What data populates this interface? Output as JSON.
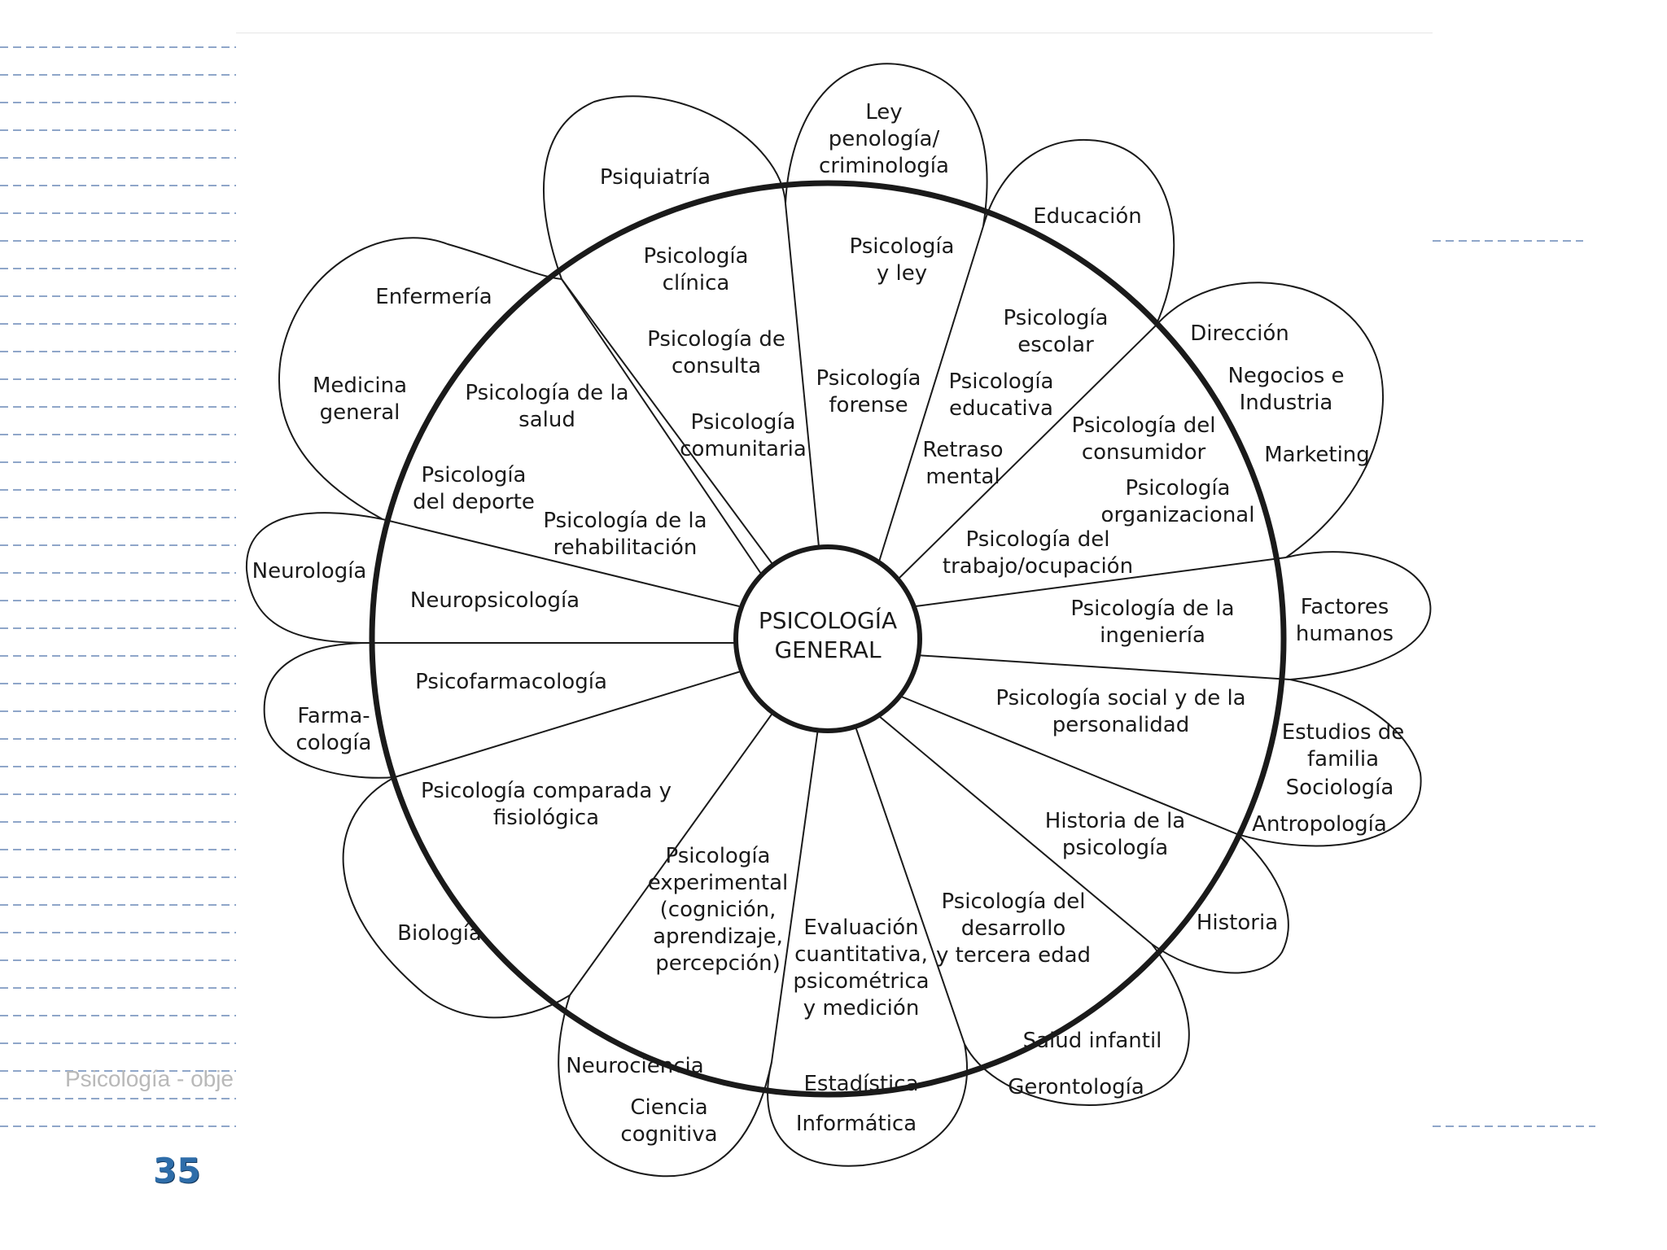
{
  "slide": {
    "footer_text": "Psicología - obje",
    "page_number": "35"
  },
  "diagram": {
    "center": [
      "PSICOLOGÍA",
      "GENERAL"
    ],
    "inner_labels": [
      {
        "id": "clinica",
        "lines": [
          "Psicología",
          "clínica"
        ]
      },
      {
        "id": "consulta",
        "lines": [
          "Psicología de",
          "consulta"
        ]
      },
      {
        "id": "comunitaria",
        "lines": [
          "Psicología",
          "comunitaria"
        ]
      },
      {
        "id": "ley",
        "lines": [
          "Psicología",
          "y ley"
        ]
      },
      {
        "id": "forense",
        "lines": [
          "Psicología",
          "forense"
        ]
      },
      {
        "id": "escolar",
        "lines": [
          "Psicología",
          "escolar"
        ]
      },
      {
        "id": "educativa",
        "lines": [
          "Psicología",
          "educativa"
        ]
      },
      {
        "id": "retraso",
        "lines": [
          "Retraso",
          "mental"
        ]
      },
      {
        "id": "consumidor",
        "lines": [
          "Psicología del",
          "consumidor"
        ]
      },
      {
        "id": "organizacional",
        "lines": [
          "Psicología",
          "organizacional"
        ]
      },
      {
        "id": "trabajo",
        "lines": [
          "Psicología del",
          "trabajo/ocupación"
        ]
      },
      {
        "id": "ingenieria",
        "lines": [
          "Psicología de la",
          "ingeniería"
        ]
      },
      {
        "id": "social",
        "lines": [
          "Psicología social y de la",
          "personalidad"
        ]
      },
      {
        "id": "historia-psi",
        "lines": [
          "Historia de la",
          "psicología"
        ]
      },
      {
        "id": "desarrollo",
        "lines": [
          "Psicología del",
          "desarrollo",
          "y tercera edad"
        ]
      },
      {
        "id": "evaluacion",
        "lines": [
          "Evaluación",
          "cuantitativa,",
          "psicométrica",
          "y medición"
        ]
      },
      {
        "id": "experimental",
        "lines": [
          "Psicología",
          "experimental",
          "(cognición,",
          "aprendizaje,",
          "percepción)"
        ]
      },
      {
        "id": "comparada",
        "lines": [
          "Psicología comparada y",
          "fisiológica"
        ]
      },
      {
        "id": "psicofarmacologia",
        "lines": [
          "Psicofarmacología"
        ]
      },
      {
        "id": "neuropsicologia",
        "lines": [
          "Neuropsicología"
        ]
      },
      {
        "id": "rehabilitacion",
        "lines": [
          "Psicología de la",
          "rehabilitación"
        ]
      },
      {
        "id": "deporte",
        "lines": [
          "Psicología",
          "del deporte"
        ]
      },
      {
        "id": "salud",
        "lines": [
          "Psicología de la",
          "salud"
        ]
      }
    ],
    "outer_labels": [
      {
        "id": "psiquiatria",
        "lines": [
          "Psiquiatría"
        ]
      },
      {
        "id": "penologia",
        "lines": [
          "Ley",
          "penología/",
          "criminología"
        ]
      },
      {
        "id": "educacion",
        "lines": [
          "Educación"
        ]
      },
      {
        "id": "direccion",
        "lines": [
          "Dirección"
        ]
      },
      {
        "id": "negocios",
        "lines": [
          "Negocios e",
          "Industria"
        ]
      },
      {
        "id": "marketing",
        "lines": [
          "Marketing"
        ]
      },
      {
        "id": "factores",
        "lines": [
          "Factores",
          "humanos"
        ]
      },
      {
        "id": "estudios-familia",
        "lines": [
          "Estudios de",
          "familia"
        ]
      },
      {
        "id": "sociologia",
        "lines": [
          "Sociología"
        ]
      },
      {
        "id": "antropologia",
        "lines": [
          "Antropología"
        ]
      },
      {
        "id": "historia",
        "lines": [
          "Historia"
        ]
      },
      {
        "id": "salud-infantil",
        "lines": [
          "Salud infantil"
        ]
      },
      {
        "id": "gerontologia",
        "lines": [
          "Gerontología"
        ]
      },
      {
        "id": "estadistica",
        "lines": [
          "Estadística"
        ]
      },
      {
        "id": "informatica",
        "lines": [
          "Informática"
        ]
      },
      {
        "id": "neurociencia",
        "lines": [
          "Neurociencia"
        ]
      },
      {
        "id": "ciencia-cognitiva",
        "lines": [
          "Ciencia",
          "cognitiva"
        ]
      },
      {
        "id": "biologia",
        "lines": [
          "Biología"
        ]
      },
      {
        "id": "farmacologia",
        "lines": [
          "Farma-",
          "cología"
        ]
      },
      {
        "id": "neurologia",
        "lines": [
          "Neurología"
        ]
      },
      {
        "id": "medicina",
        "lines": [
          "Medicina",
          "general"
        ]
      },
      {
        "id": "enfermeria",
        "lines": [
          "Enfermería"
        ]
      }
    ]
  }
}
